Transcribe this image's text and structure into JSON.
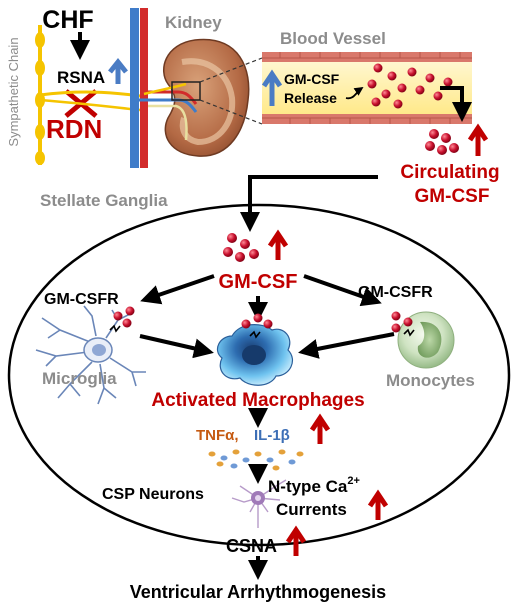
{
  "labels": {
    "chf": "CHF",
    "rsna": "RSNA",
    "rdn": "RDN",
    "sympathetic_chain": "Sympathetic Chain",
    "kidney": "Kidney",
    "blood_vessel": "Blood Vessel",
    "gmcsf_release_line1": "GM-CSF",
    "gmcsf_release_line2": "Release",
    "circulating_line1": "Circulating",
    "circulating_line2": "GM-CSF",
    "stellate_ganglia": "Stellate Ganglia",
    "gmcsf_center": "GM-CSF",
    "gmcsfr_left": "GM-CSFR",
    "gmcsfr_right": "GM-CSFR",
    "microglia": "Microglia",
    "monocytes": "Monocytes",
    "activated_macrophages": "Activated Macrophages",
    "tnfa": "TNFα,",
    "il1b": "IL-1β",
    "csp_neurons": "CSP Neurons",
    "ntype_line1": "N-type Ca",
    "ntype_sup": "2+",
    "ntype_line2": "Currents",
    "csna": "CSNA",
    "outcome": "Ventricular Arrhythmogenesis"
  },
  "colors": {
    "red": "#c00000",
    "gray_text": "#8c8c8c",
    "blue_arrow": "#4a7cc4",
    "orange_text": "#c55a11",
    "blue_text": "#3d6fb6",
    "vessel_fill": "#fff2b3",
    "vessel_wall": "#d9786b",
    "nerve_yellow": "#f5c400",
    "gmcsf_dot": "#c8102e"
  },
  "icons": {
    "up_arrow_red": "up-arrow-red-icon",
    "up_arrow_blue": "up-arrow-blue-icon",
    "cross": "x-mark-icon"
  }
}
